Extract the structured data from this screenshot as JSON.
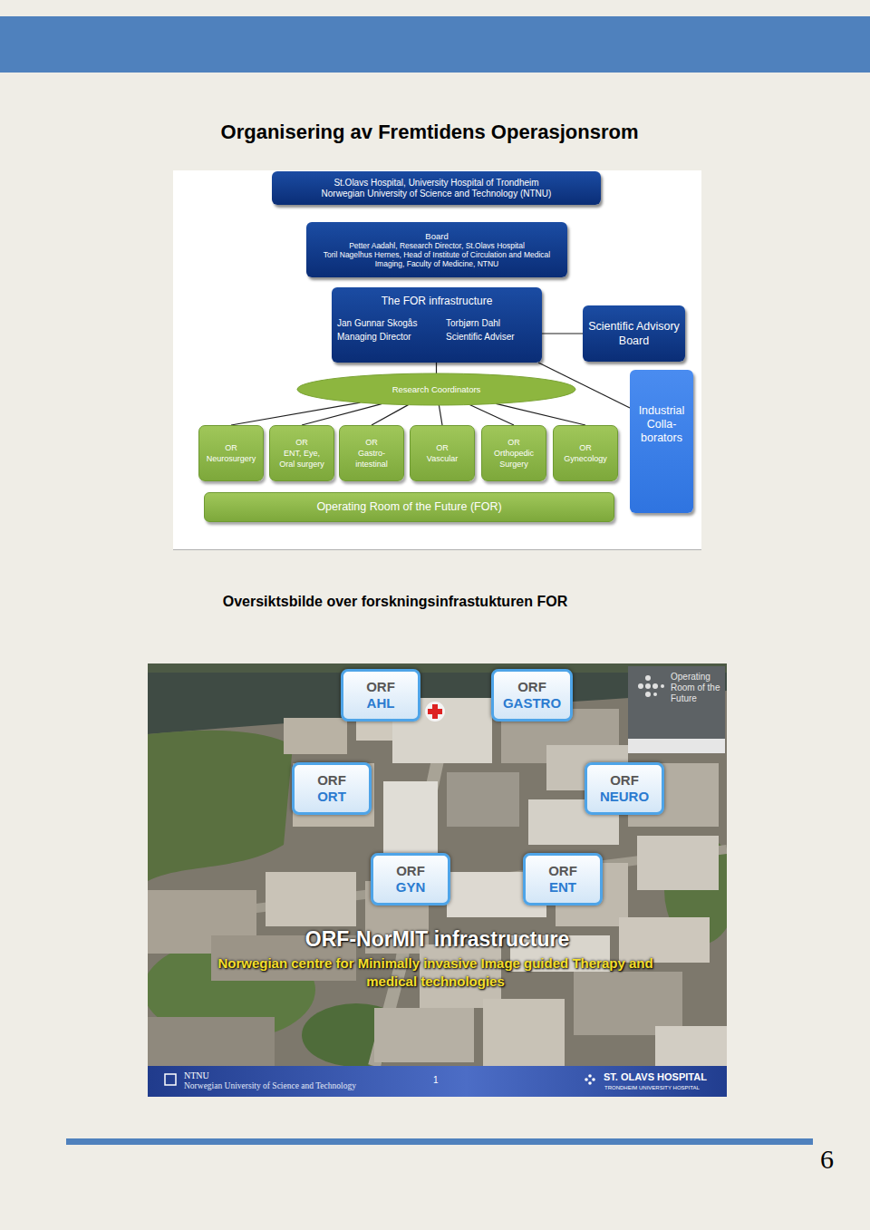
{
  "diagram": {
    "title": "Organisering av Fremtidens Operasjonsrom",
    "caption": "Oversiktsbilde over forskningsinfrastukturen FOR",
    "nodes": [
      {
        "text": [
          "St.Olavs Hospital, University Hospital of Trondheim",
          "Norwegian University of Science and Technology (NTNU)"
        ]
      },
      {
        "text": [
          "Board",
          "Petter Aadahl, Research Director, St.Olavs Hospital",
          "Toril Nagelhus Hernes, Head of Institute of Circulation and Medical Imaging, Faculty of Medicine, NTNU"
        ]
      },
      {
        "text": [
          "The FOR infrastructure",
          "Jan Gunnar Skogås Managing Director",
          "Torbjørn Dahl Scientific Adviser"
        ]
      },
      {
        "text": [
          "Scientific Advisory Board"
        ]
      },
      {
        "text": [
          "Research Coordinators"
        ]
      },
      {
        "text": [
          "Industrial Colla- borators"
        ]
      },
      {
        "text": [
          "OR",
          "Neurosurgery"
        ]
      },
      {
        "text": [
          "OR",
          "ENT, Eye, Oral surgery"
        ]
      },
      {
        "text": [
          "OR",
          "Gastro- intestinal"
        ]
      },
      {
        "text": [
          "OR",
          "Vascular"
        ]
      },
      {
        "text": [
          "OR",
          "Orthopedic Surgery"
        ]
      },
      {
        "text": [
          "OR",
          "Gynecology"
        ]
      },
      {
        "text": [
          "Operating Room of the Future (FOR)"
        ]
      },
      {
        "text": [
          "ORF",
          "AHL"
        ]
      },
      {
        "text": [
          "ORF",
          "GASTRO"
        ]
      },
      {
        "text": [
          "ORF",
          "ORT"
        ]
      },
      {
        "text": [
          "ORF",
          "NEURO"
        ]
      },
      {
        "text": [
          "ORF",
          "GYN"
        ]
      },
      {
        "text": [
          "ORF",
          "ENT"
        ]
      }
    ],
    "edges": [
      {
        "from": 2,
        "to": 3,
        "arrow": "none"
      },
      {
        "from": 2,
        "to": 4,
        "arrow": "none"
      },
      {
        "from": 2,
        "to": 5,
        "arrow": "none"
      },
      {
        "from": 4,
        "to": 6,
        "arrow": "none"
      },
      {
        "from": 4,
        "to": 7,
        "arrow": "none"
      },
      {
        "from": 4,
        "to": 8,
        "arrow": "none"
      },
      {
        "from": 4,
        "to": 9,
        "arrow": "none"
      },
      {
        "from": 4,
        "to": 10,
        "arrow": "none"
      },
      {
        "from": 4,
        "to": 11,
        "arrow": "none"
      }
    ],
    "labels": [
      "Operating Room of the Future",
      "ORF-NorMIT infrastructure",
      "Norwegian centre for Minimally invasive Image guided Therapy and medical technologies",
      "NTNU",
      "Norwegian University of Science and Technology",
      "1",
      "ST. OLAVS HOSPITAL",
      "TRONDHEIM UNIVERSITY HOSPITAL",
      "6"
    ]
  }
}
